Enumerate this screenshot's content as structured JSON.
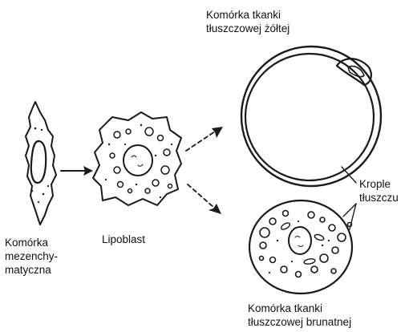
{
  "labels": {
    "mesenchymal": [
      "Komórka",
      "mezenchy-",
      "matyczna"
    ],
    "lipoblast": "Lipoblast",
    "white_fat": [
      "Komórka tkanki",
      "tłuszczowej żółtej"
    ],
    "droplets": [
      "Krople",
      "tłuszczu"
    ],
    "brown_fat": [
      "Komórka tkanki",
      "tłuszczowej brunatnej"
    ]
  },
  "colors": {
    "ink": "#1a1a1a",
    "background": "#ffffff"
  }
}
